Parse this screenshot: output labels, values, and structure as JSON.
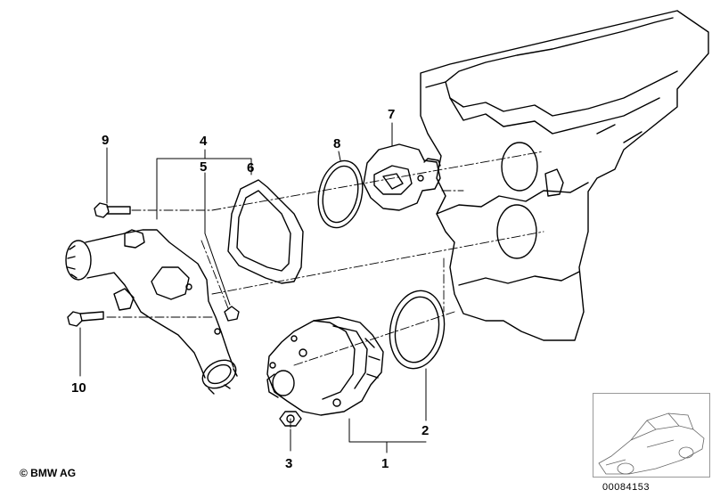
{
  "callouts": [
    {
      "id": "1",
      "label": "1"
    },
    {
      "id": "2",
      "label": "2"
    },
    {
      "id": "3",
      "label": "3"
    },
    {
      "id": "4",
      "label": "4"
    },
    {
      "id": "5",
      "label": "5"
    },
    {
      "id": "6",
      "label": "6"
    },
    {
      "id": "7",
      "label": "7"
    },
    {
      "id": "8",
      "label": "8"
    },
    {
      "id": "9",
      "label": "9"
    },
    {
      "id": "10",
      "label": "10"
    }
  ],
  "footer": {
    "copyright": "© BMW AG",
    "diagram_id": "00084153"
  }
}
